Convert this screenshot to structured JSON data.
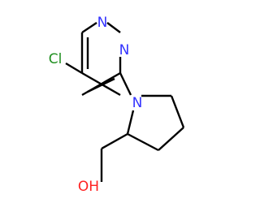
{
  "molecule": {
    "atoms": {
      "cl": "Cl",
      "n_top": "N",
      "n_right": "N",
      "n_pyrrolidine": "N",
      "oh": "OH"
    },
    "colors": {
      "bond": "#000000",
      "nitrogen": "#3333ff",
      "chlorine": "#1f8f1f",
      "oxygen": "#ff2020"
    }
  }
}
